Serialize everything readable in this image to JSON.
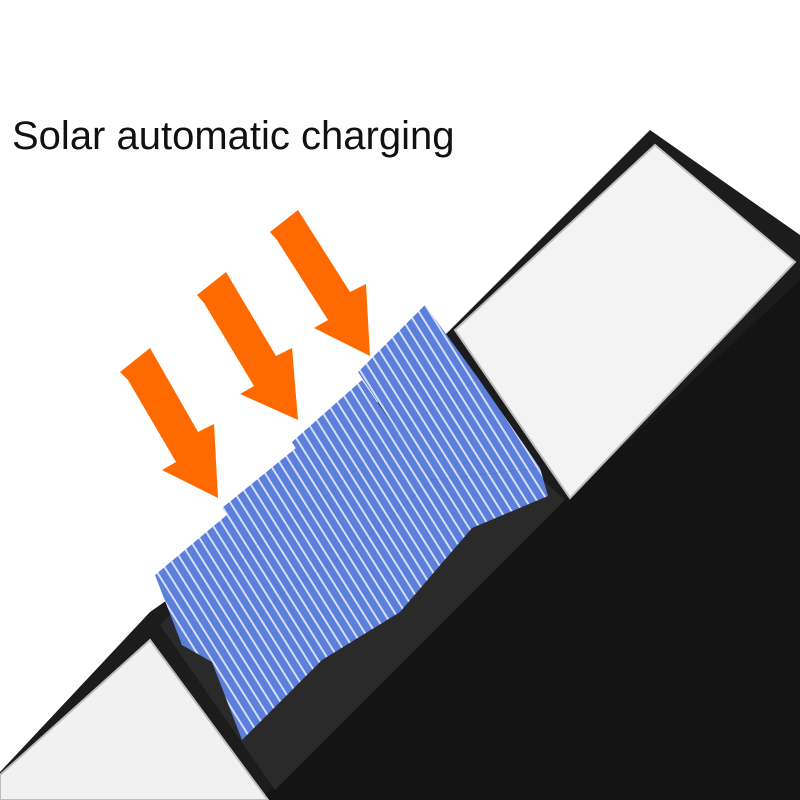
{
  "caption": "Solar automatic charging",
  "colors": {
    "background": "#ffffff",
    "housing": "#1c1c1c",
    "housing_edge": "#3a3a3a",
    "lens": "#f2f2f2",
    "recess": "#2a2a2a",
    "cell": "#5b7fdb",
    "cell_line": "#e8eeff",
    "arrow": "#ff6a00"
  },
  "icons": {
    "arrow": "down-arrow",
    "panel": "solar-panel"
  }
}
